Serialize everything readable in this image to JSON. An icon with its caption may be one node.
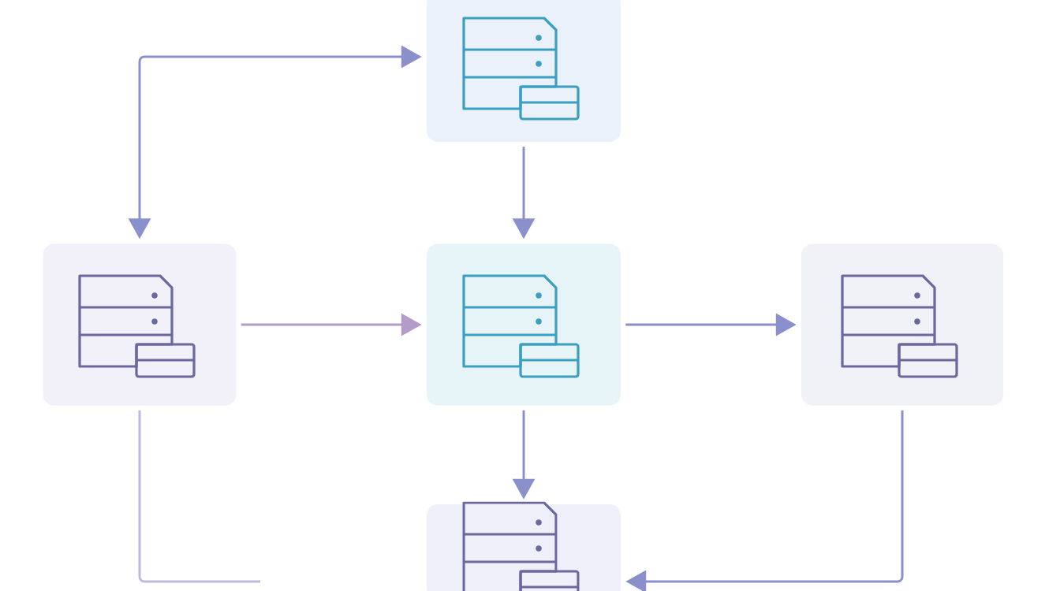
{
  "diagram": {
    "nodes": [
      {
        "text": [],
        "shape": "box"
      },
      {
        "text": [],
        "shape": "box"
      },
      {
        "text": [],
        "shape": "box"
      },
      {
        "text": [],
        "shape": "box"
      },
      {
        "text": [],
        "shape": "box"
      }
    ],
    "edges": [
      {
        "from": 1,
        "to": 0,
        "arrow": "both"
      },
      {
        "from": 0,
        "to": 2,
        "arrow": "to"
      },
      {
        "from": 1,
        "to": 2,
        "arrow": "to",
        "color": "#b49cc8"
      },
      {
        "from": 2,
        "to": 3,
        "arrow": "to"
      },
      {
        "from": 2,
        "to": 4,
        "arrow": "to"
      },
      {
        "from": 3,
        "to": 4,
        "arrow": "to"
      },
      {
        "from": 1,
        "to": null,
        "arrow": "none",
        "color": "#bdb9d8"
      }
    ]
  }
}
